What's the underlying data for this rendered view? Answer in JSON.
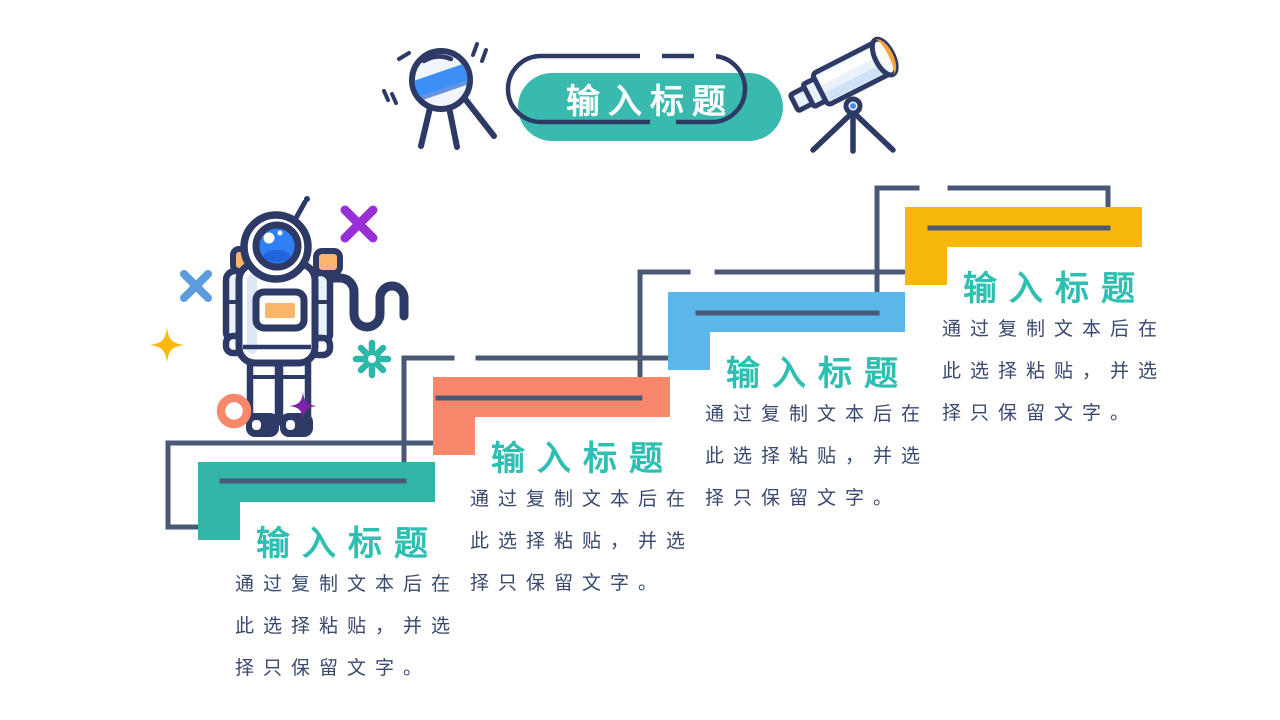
{
  "slide": {
    "background": "#FFFFFF"
  },
  "header": {
    "title": "输入标题",
    "capsule_fill": "#3ABAAE",
    "outline_color": "#2E3A66",
    "left_icon": "satellite-icon",
    "right_icon": "telescope-icon"
  },
  "steps": [
    {
      "title": "输入标题",
      "color": "#32B4A6",
      "body_lines": [
        "通过复制文本后在",
        "此选择粘贴，并选",
        "择只保留文字。"
      ]
    },
    {
      "title": "输入标题",
      "color": "#F8876C",
      "body_lines": [
        "通过复制文本后在",
        "此选择粘贴，并选",
        "择只保留文字。"
      ]
    },
    {
      "title": "输入标题",
      "color": "#5BB7E8",
      "body_lines": [
        "通过复制文本后在",
        "此选择粘贴，并选",
        "择只保留文字。"
      ]
    },
    {
      "title": "输入标题",
      "color": "#F8B70D",
      "body_lines": [
        "通过复制文本后在",
        "此选择粘贴，并选",
        "择只保留文字。"
      ]
    }
  ],
  "colors": {
    "staircase_line": "#4A5878",
    "heading_teal": "#2EBFB2",
    "body_text_navy": "#3A4970",
    "icon_outline_navy": "#2E3A66",
    "visor_blue": "#2F80F5",
    "band_blue": "#3E8EF7",
    "accent_orange": "#F9B56A",
    "lens_orange": "#F9A43C",
    "deco_purple_x": "#9B2FD6",
    "deco_blue_x": "#5D9CDB",
    "deco_yellow_star": "#FBB70B",
    "deco_teal_gear": "#2BB8A8",
    "deco_orange_ring": "#F8876B",
    "deco_purple_star": "#7E22A8"
  }
}
